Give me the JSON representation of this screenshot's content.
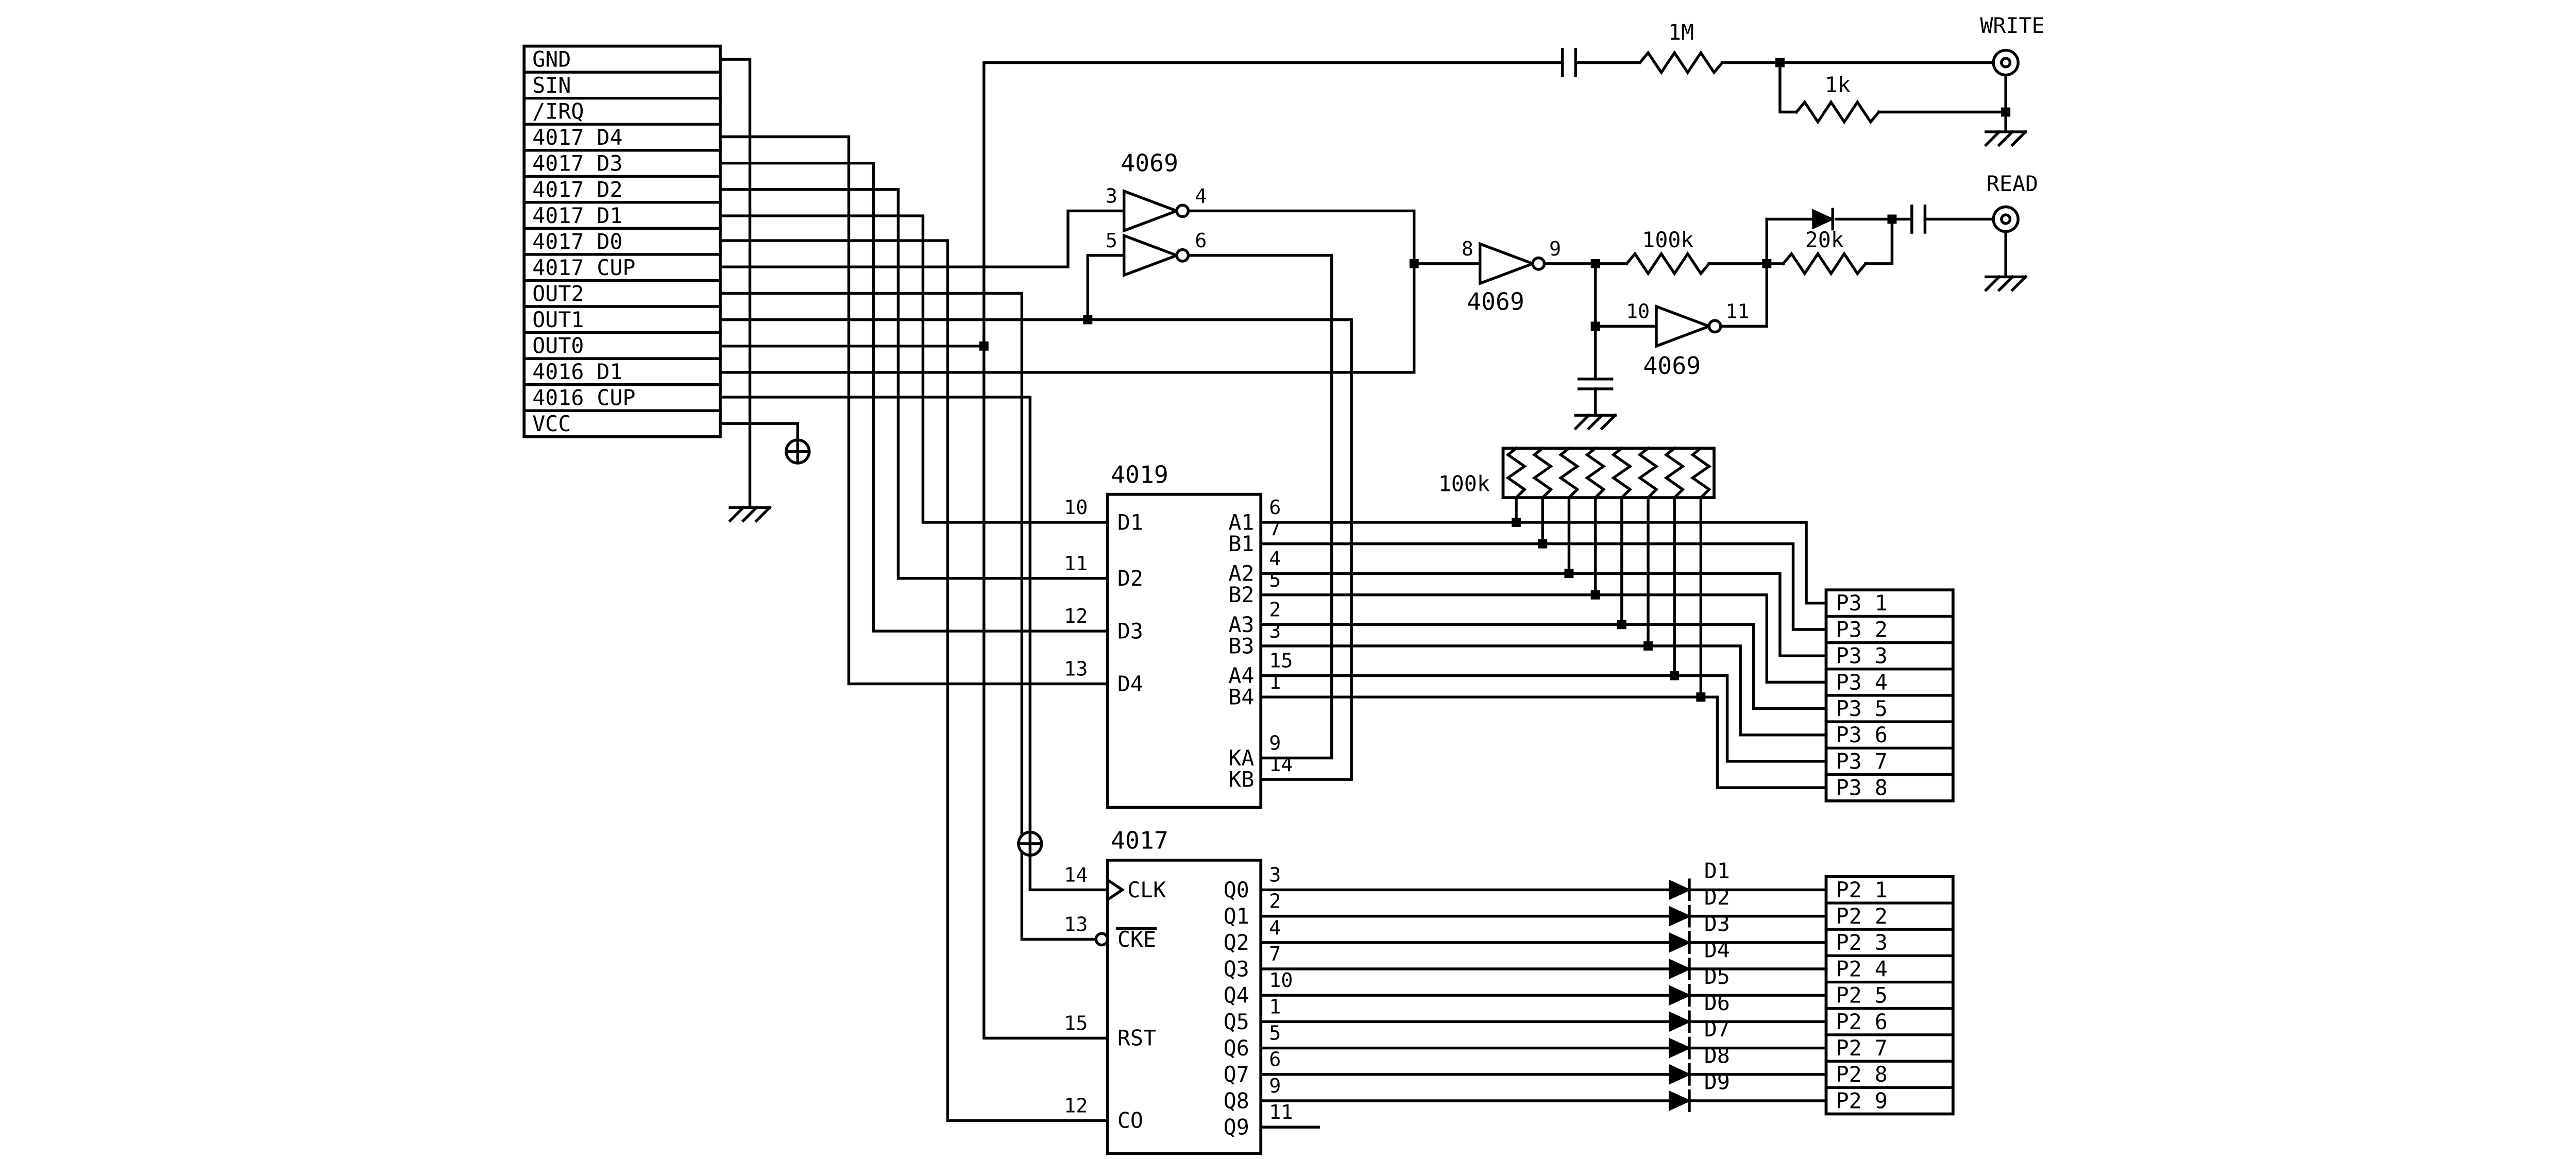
{
  "connector": {
    "labels": [
      "GND",
      "SIN",
      "/IRQ",
      "4017 D4",
      "4017 D3",
      "4017 D2",
      "4017 D1",
      "4017 D0",
      "4017 CUP",
      "OUT2",
      "OUT1",
      "OUT0",
      "4016 D1",
      "4016 CUP",
      "VCC"
    ]
  },
  "write": {
    "jack_label": "WRITE",
    "r_series": "1M",
    "r_pulldown": "1k"
  },
  "read": {
    "jack_label": "READ",
    "r1": "100k",
    "r2": "20k"
  },
  "inv": {
    "part": "4069",
    "pins": {
      "inv1_in": "3",
      "inv1_out": "4",
      "inv2_in": "5",
      "inv2_out": "6",
      "inv3_in": "8",
      "inv3_out": "9",
      "inv4_in": "10",
      "inv4_out": "11"
    }
  },
  "network": {
    "value": "100k"
  },
  "ic4019": {
    "name": "4019",
    "left": [
      {
        "pin": "10",
        "label": "D1"
      },
      {
        "pin": "11",
        "label": "D2"
      },
      {
        "pin": "12",
        "label": "D3"
      },
      {
        "pin": "13",
        "label": "D4"
      }
    ],
    "right": [
      {
        "pin": "6",
        "label": "A1"
      },
      {
        "pin": "7",
        "label": "B1"
      },
      {
        "pin": "4",
        "label": "A2"
      },
      {
        "pin": "5",
        "label": "B2"
      },
      {
        "pin": "2",
        "label": "A3"
      },
      {
        "pin": "3",
        "label": "B3"
      },
      {
        "pin": "15",
        "label": "A4"
      },
      {
        "pin": "1",
        "label": "B4"
      },
      {
        "pin": "9",
        "label": "KA"
      },
      {
        "pin": "14",
        "label": "KB"
      }
    ]
  },
  "ic4017": {
    "name": "4017",
    "left": [
      {
        "pin": "14",
        "label": "CLK"
      },
      {
        "pin": "13",
        "label": "CKE"
      },
      {
        "pin": "15",
        "label": "RST"
      },
      {
        "pin": "12",
        "label": "CO"
      }
    ],
    "right": [
      {
        "pin": "3",
        "label": "Q0"
      },
      {
        "pin": "2",
        "label": "Q1"
      },
      {
        "pin": "4",
        "label": "Q2"
      },
      {
        "pin": "7",
        "label": "Q3"
      },
      {
        "pin": "10",
        "label": "Q4"
      },
      {
        "pin": "1",
        "label": "Q5"
      },
      {
        "pin": "5",
        "label": "Q6"
      },
      {
        "pin": "6",
        "label": "Q7"
      },
      {
        "pin": "9",
        "label": "Q8"
      },
      {
        "pin": "11",
        "label": "Q9"
      }
    ]
  },
  "diodes": [
    "D1",
    "D2",
    "D3",
    "D4",
    "D5",
    "D6",
    "D7",
    "D8",
    "D9"
  ],
  "p3": {
    "rows": [
      "P3 1",
      "P3 2",
      "P3 3",
      "P3 4",
      "P3 5",
      "P3 6",
      "P3 7",
      "P3 8"
    ]
  },
  "p2": {
    "rows": [
      "P2 1",
      "P2 2",
      "P2 3",
      "P2 4",
      "P2 5",
      "P2 6",
      "P2 7",
      "P2 8",
      "P2 9"
    ]
  }
}
